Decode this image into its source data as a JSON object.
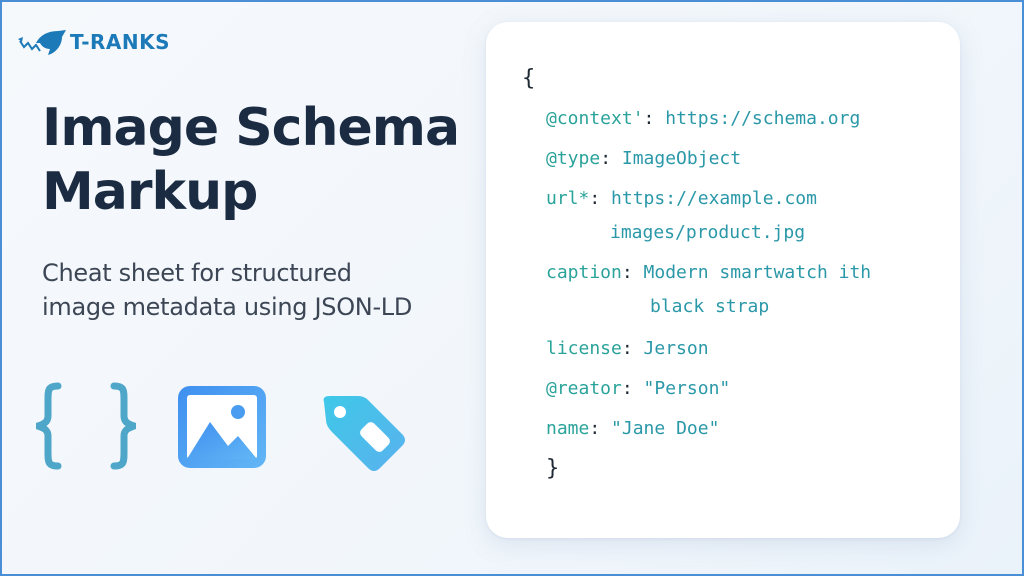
{
  "brand": {
    "name": "T-RANKS",
    "color": "#1d7ab8"
  },
  "hero": {
    "title_line1": "Image Schema",
    "title_line2": "Markup",
    "subtitle_line1": "Cheat sheet for structured",
    "subtitle_line2": "image metadata using JSON-LD"
  },
  "icons": [
    {
      "name": "curly-braces-icon",
      "color": "#4ea6c8"
    },
    {
      "name": "image-icon",
      "color": "#4a9cf0"
    },
    {
      "name": "tag-icon",
      "color": "#48bfe8"
    }
  ],
  "code_card": {
    "open_brace": "{",
    "close_brace": "}",
    "lines": [
      {
        "key": "@context'",
        "sep": ":",
        "value": "https://schema.org"
      },
      {
        "key": "@type",
        "sep": ":",
        "value": "ImageObject"
      },
      {
        "key": "url*",
        "sep": ":",
        "value": "https://example.com",
        "value_cont": "images/product.jpg"
      },
      {
        "key": "caption",
        "sep": ":",
        "value": "Modern smartwatch ith",
        "value_cont": "black strap"
      },
      {
        "key": "license",
        "sep": ":",
        "value": "Jerson"
      },
      {
        "key": "@reator",
        "sep": ":",
        "value": "\"Person\""
      },
      {
        "key": "name",
        "sep": ":",
        "value": "\"Jane Doe\""
      }
    ],
    "colors": {
      "key": "#2aa39a",
      "value": "#2a98a8",
      "brace": "#1f2a36"
    }
  },
  "colors": {
    "title": "#1a2b42",
    "subtitle": "#3c4655",
    "border": "#4a8fd6"
  }
}
